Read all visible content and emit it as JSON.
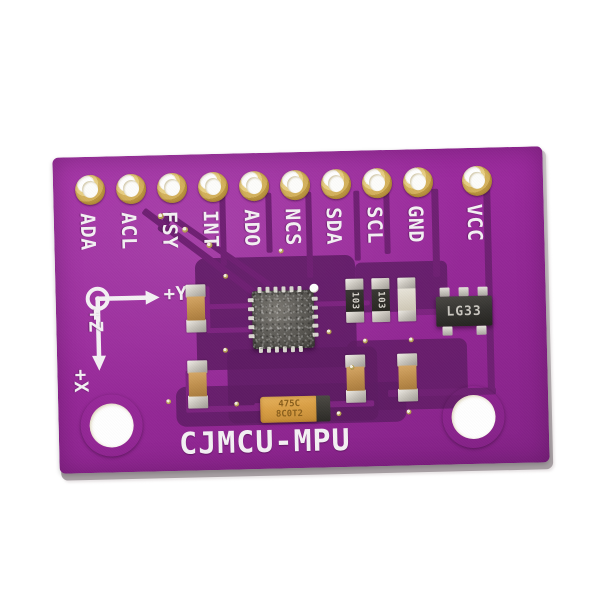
{
  "product": {
    "silkscreen_title": "CJMCU-MPU",
    "board_color": "#9a2a9c",
    "background_color": "#ffffff",
    "pad_color": "#d4b25c",
    "silk_color": "#f4f1f4"
  },
  "header": {
    "pin_count": 10,
    "pins": [
      {
        "label": "ADA"
      },
      {
        "label": "ACL"
      },
      {
        "label": "FSY"
      },
      {
        "label": "INT"
      },
      {
        "label": "ADO"
      },
      {
        "label": "NCS"
      },
      {
        "label": "SDA"
      },
      {
        "label": "SCL"
      },
      {
        "label": "GND"
      },
      {
        "label": "VCC"
      }
    ]
  },
  "axis_legend": {
    "y_label": "+Y",
    "z_label": "+Z",
    "x_label": "+X"
  },
  "components": {
    "regulator": {
      "marking": "LG33",
      "package": "SOT-23-5"
    },
    "main_ic": {
      "package": "QFN-24"
    },
    "resistors": [
      {
        "marking": "103"
      },
      {
        "marking": "103"
      }
    ],
    "tantalum_cap": {
      "line1": "475C",
      "line2": "8C0T2"
    }
  },
  "mounting_holes": 2
}
